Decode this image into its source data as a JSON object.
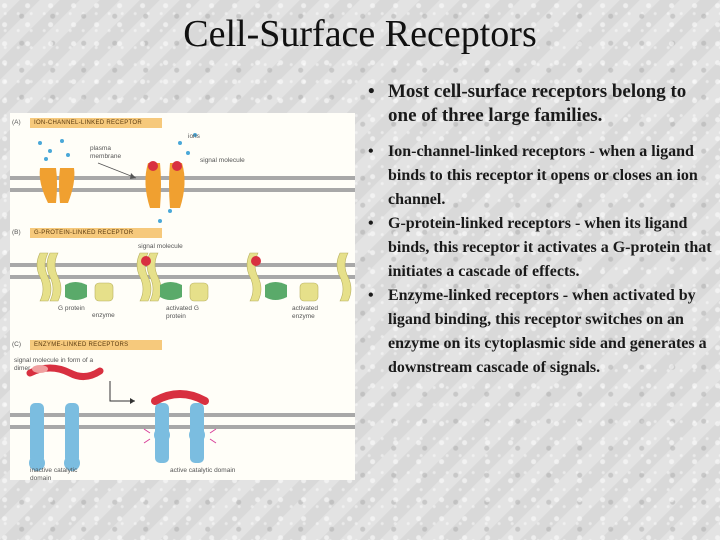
{
  "slide": {
    "title": "Cell-Surface Receptors",
    "bullets": [
      "Most cell-surface receptors belong to one of three large families.",
      "Ion-channel-linked receptors - when a ligand binds to this receptor it opens or closes an ion channel.",
      "G-protein-linked receptors - when its ligand binds, this receptor it activates a G-protein that initiates a cascade of effects.",
      "Enzyme-linked receptors - when activated by ligand binding, this receptor switches on an enzyme on its cytoplasmic side and generates a downstream cascade of signals."
    ]
  },
  "figure": {
    "panel_a": {
      "letter": "(A)",
      "banner": "ION-CHANNEL-LINKED RECEPTOR",
      "labels": {
        "ions": "ions",
        "membrane": "plasma membrane",
        "signal": "signal molecule"
      }
    },
    "panel_b": {
      "letter": "(B)",
      "banner": "G-PROTEIN-LINKED RECEPTOR",
      "labels": {
        "signal": "signal molecule",
        "gprotein": "G protein",
        "enzyme": "enzyme",
        "activated": "activated G protein",
        "activated_enzyme": "activated enzyme"
      }
    },
    "panel_c": {
      "letter": "(C)",
      "banner": "ENZYME-LINKED RECEPTORS",
      "labels": {
        "signal": "signal molecule in form of a dimer",
        "inactive": "inactive catalytic domain",
        "active": "active catalytic domain"
      }
    }
  },
  "colors": {
    "ion_channel": "#f0a030",
    "signal": "#d83040",
    "gpcr": "#e6e08a",
    "gprotein": "#5aaa6a",
    "enzyme_receptor": "#7bbde0",
    "membrane": "#9a9a9a",
    "banner": "#f6c97c"
  }
}
